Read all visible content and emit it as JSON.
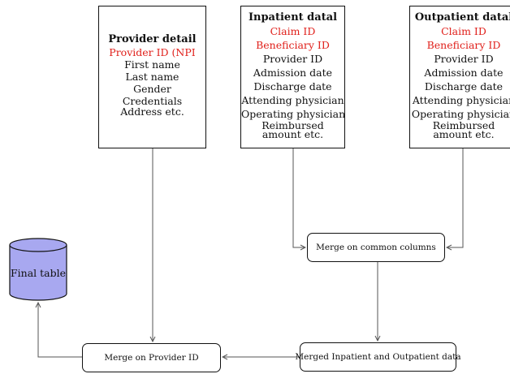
{
  "nodes": {
    "provider": {
      "title": "Provider detail",
      "key": "Provider ID (NPI",
      "fields": [
        "First name",
        "Last name",
        "Gender",
        "Credentials"
      ],
      "tail": [
        "Address etc."
      ]
    },
    "inpatient": {
      "title": "Inpatient datal",
      "keys": [
        "Claim ID",
        "Beneficiary ID"
      ],
      "fields": [
        "Provider ID",
        "Admission date",
        "Discharge date",
        "Attending physician",
        "Operating physician"
      ],
      "tail": [
        "Reimbursed",
        "amount etc."
      ]
    },
    "outpatient": {
      "title": "Outpatient datal",
      "keys": [
        "Claim ID",
        "Beneficiary ID"
      ],
      "fields": [
        "Provider ID",
        "Admission date",
        "Discharge date",
        "Attending physician",
        "Operating physician"
      ],
      "tail": [
        "Reimbursed",
        "amount etc."
      ]
    },
    "merge_common": "Merge on common columns",
    "merged_data": "Merged Inpatient and Outpatient data",
    "merge_provider": "Merge on Provider ID",
    "final_table": "Final table"
  },
  "colors": {
    "key_text": "#e0201b",
    "cylinder_fill": "#a8a8f0",
    "line": "#555555",
    "border": "#111111"
  },
  "edges": [
    {
      "from": "inpatient",
      "to": "merge_common"
    },
    {
      "from": "outpatient",
      "to": "merge_common"
    },
    {
      "from": "merge_common",
      "to": "merged_data"
    },
    {
      "from": "merged_data",
      "to": "merge_provider"
    },
    {
      "from": "provider",
      "to": "merge_provider"
    },
    {
      "from": "merge_provider",
      "to": "final_table"
    }
  ]
}
